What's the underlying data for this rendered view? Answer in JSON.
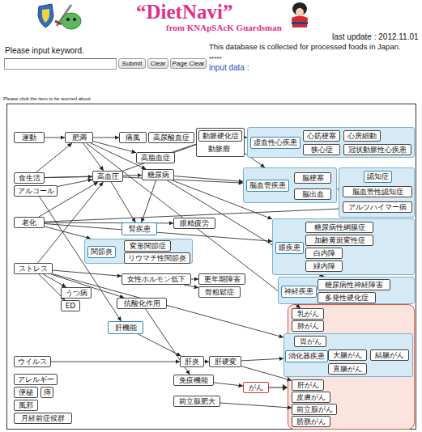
{
  "diagram": {
    "title": "“DietNavi”",
    "nodes": [
      {
        "text": [
          "Submit"
        ]
      },
      {
        "text": [
          "Clear"
        ]
      },
      {
        "text": [
          "Page Clear"
        ]
      },
      {
        "text": [
          "運動"
        ]
      },
      {
        "text": [
          "肥満"
        ]
      },
      {
        "text": [
          "痛風"
        ]
      },
      {
        "text": [
          "高尿酸血症"
        ]
      },
      {
        "text": [
          "動脈瘤"
        ]
      },
      {
        "text": [
          "動脈硬化症"
        ],
        "in": 7
      },
      {
        "text": [
          "虚血性心疾患"
        ]
      },
      {
        "text": [
          "心筋梗塞"
        ],
        "in": 9
      },
      {
        "text": [
          "心房細動"
        ],
        "in": 9
      },
      {
        "text": [
          "狭心症"
        ],
        "in": 9
      },
      {
        "text": [
          "冠状動脈性心疾患"
        ],
        "in": 9
      },
      {
        "text": [
          "高脂血症"
        ]
      },
      {
        "text": [
          "食生活"
        ]
      },
      {
        "text": [
          "アルコール"
        ]
      },
      {
        "text": [
          "高血圧"
        ]
      },
      {
        "text": [
          "糖尿病"
        ]
      },
      {
        "text": [
          "脳血管疾患"
        ]
      },
      {
        "text": [
          "脳梗塞"
        ],
        "in": 19
      },
      {
        "text": [
          "脳出血"
        ],
        "in": 19
      },
      {
        "text": [
          "認知症"
        ]
      },
      {
        "text": [
          "脳血管性認知症"
        ],
        "in": 22
      },
      {
        "text": [
          "アルツハイマー病"
        ],
        "in": 22
      },
      {
        "text": [
          "腎疾患"
        ]
      },
      {
        "text": [
          "老化"
        ]
      },
      {
        "text": [
          "眼精疲労"
        ]
      },
      {
        "text": [
          "眼疾患"
        ]
      },
      {
        "text": [
          "糖尿病性網膜症"
        ],
        "in": 28
      },
      {
        "text": [
          "加齢黄斑変性症"
        ],
        "in": 28
      },
      {
        "text": [
          "白内障"
        ],
        "in": 28
      },
      {
        "text": [
          "緑内障"
        ],
        "in": 28
      },
      {
        "text": [
          "関節炎"
        ]
      },
      {
        "text": [
          "変形関節症"
        ],
        "in": 33
      },
      {
        "text": [
          "リウマチ性関節炎"
        ],
        "in": 33
      },
      {
        "text": [
          "ストレス"
        ]
      },
      {
        "text": [
          "女性ホルモン低下"
        ]
      },
      {
        "text": [
          "更年期障害"
        ]
      },
      {
        "text": [
          "骨粗鬆症"
        ]
      },
      {
        "text": [
          "神経疾患"
        ]
      },
      {
        "text": [
          "糖尿病性神経障害"
        ],
        "in": 40
      },
      {
        "text": [
          "多発性硬化症"
        ],
        "in": 40
      },
      {
        "text": [
          "うつ病"
        ]
      },
      {
        "text": [
          "ED"
        ]
      },
      {
        "text": [
          "抗酸化作用"
        ]
      },
      {
        "text": [
          "肝機能"
        ]
      },
      {
        "text": [
          "乳がん"
        ]
      },
      {
        "text": [
          "肺がん"
        ]
      },
      {
        "text": [
          "消化器疾患"
        ]
      },
      {
        "text": [
          "胃がん"
        ],
        "in": 49
      },
      {
        "text": [
          "大腸がん"
        ],
        "in": 49
      },
      {
        "text": [
          "結腸がん"
        ],
        "in": 49
      },
      {
        "text": [
          "直腸がん"
        ],
        "in": 49
      },
      {
        "text": [
          "肝がん"
        ]
      },
      {
        "text": [
          "皮膚がん"
        ]
      },
      {
        "text": [
          "前立腺がん"
        ]
      },
      {
        "text": [
          "膀胱がん"
        ]
      },
      {
        "text": [
          "ウイルス"
        ]
      },
      {
        "text": [
          "肝炎"
        ]
      },
      {
        "text": [
          "肝硬変"
        ]
      },
      {
        "text": [
          "アレルギー"
        ]
      },
      {
        "text": [
          "便秘"
        ]
      },
      {
        "text": [
          "痔"
        ]
      },
      {
        "text": [
          "風邪"
        ]
      },
      {
        "text": [
          "月経前症候群"
        ]
      },
      {
        "text": [
          "免疫機能"
        ]
      },
      {
        "text": [
          "がん"
        ]
      },
      {
        "text": [
          "前立腺肥大"
        ]
      }
    ],
    "edges": [
      {
        "from": 3,
        "to": 4,
        "arrow": "to"
      },
      {
        "from": 4,
        "to": 5,
        "arrow": "to"
      },
      {
        "from": 4,
        "to": 14,
        "arrow": "to"
      },
      {
        "from": 4,
        "to": 17,
        "arrow": "to"
      },
      {
        "from": 4,
        "to": 18,
        "arrow": "to"
      },
      {
        "from": 4,
        "to": 47,
        "arrow": "to"
      },
      {
        "from": 14,
        "to": 8,
        "arrow": "to"
      },
      {
        "from": 17,
        "to": 25,
        "arrow": "to"
      },
      {
        "from": 17,
        "to": 8,
        "arrow": "to"
      },
      {
        "from": 17,
        "to": 19,
        "arrow": "to"
      },
      {
        "from": 18,
        "to": 25,
        "arrow": "to"
      },
      {
        "from": 18,
        "to": 28,
        "arrow": "to"
      },
      {
        "from": 18,
        "to": 40,
        "arrow": "to"
      },
      {
        "from": 18,
        "to": 19,
        "arrow": "to"
      },
      {
        "from": 8,
        "to": 9,
        "arrow": "to"
      },
      {
        "from": 8,
        "to": 19,
        "arrow": "to"
      },
      {
        "from": 19,
        "to": 23,
        "arrow": "to"
      },
      {
        "from": 15,
        "to": 4,
        "arrow": "to"
      },
      {
        "from": 15,
        "to": 17,
        "arrow": "to"
      },
      {
        "from": 15,
        "to": 18,
        "arrow": "to"
      },
      {
        "from": 16,
        "to": 17,
        "arrow": "to"
      },
      {
        "from": 16,
        "to": 46,
        "arrow": "to"
      },
      {
        "from": 26,
        "to": 17,
        "arrow": "to"
      },
      {
        "from": 26,
        "to": 27,
        "arrow": "to"
      },
      {
        "from": 26,
        "to": 33,
        "arrow": "to"
      },
      {
        "from": 26,
        "to": 28,
        "arrow": "to"
      },
      {
        "from": 26,
        "to": 24,
        "arrow": "to"
      },
      {
        "from": 36,
        "to": 17,
        "arrow": "to"
      },
      {
        "from": 36,
        "to": 43,
        "arrow": "to"
      },
      {
        "from": 36,
        "to": 44,
        "arrow": "to"
      },
      {
        "from": 36,
        "to": 37,
        "arrow": "to"
      },
      {
        "from": 36,
        "to": 45,
        "arrow": "to"
      },
      {
        "from": 36,
        "to": 49,
        "arrow": "to"
      },
      {
        "from": 37,
        "to": 38,
        "arrow": "to"
      },
      {
        "from": 37,
        "to": 39,
        "arrow": "to"
      },
      {
        "from": 45,
        "to": 66,
        "arrow": "to"
      },
      {
        "from": 58,
        "to": 59,
        "arrow": "to"
      },
      {
        "from": 46,
        "to": 59,
        "arrow": "to"
      },
      {
        "from": 59,
        "to": 60,
        "arrow": "to"
      },
      {
        "from": 60,
        "to": 54,
        "arrow": "to"
      },
      {
        "from": 60,
        "to": 49,
        "arrow": "to"
      },
      {
        "from": 66,
        "to": 67,
        "arrow": "to"
      },
      {
        "from": 68,
        "to": 56,
        "arrow": "to"
      }
    ],
    "labels": [
      "from KNApSAcK Guardsman",
      "last update : 2012.11.01",
      "This database is collected for processed foods in Japan.",
      "Please input keyword.",
      "*****",
      "input data :",
      "Please click the item to be worried about"
    ]
  }
}
